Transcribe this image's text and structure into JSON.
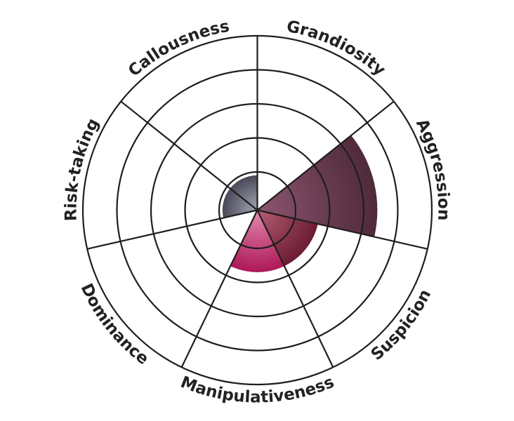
{
  "chart_data": {
    "type": "polar-area",
    "title": "",
    "categories": [
      "Grandiosity",
      "Aggression",
      "Suspicion",
      "Manipulativeness",
      "Dominance",
      "Risk-taking",
      "Callousness"
    ],
    "values": [
      0,
      3.4,
      1.7,
      1.7,
      0,
      0.9,
      0.9
    ],
    "rlim": [
      0,
      5
    ],
    "rings": [
      1,
      2,
      3,
      4,
      5
    ],
    "grid": true,
    "colors": {
      "Aggression": [
        "#8c5570",
        "#4f2a3a"
      ],
      "Suspicion": [
        "#b85e74",
        "#6b1c33"
      ],
      "Manipulativeness": [
        "#e28aae",
        "#ae1858"
      ],
      "Risk-taking": [
        "#a3a8b4",
        "#4a4858"
      ],
      "Callousness": [
        "#a3a8b4",
        "#4a4858"
      ],
      "Grandiosity": [
        "#888888",
        "#444444"
      ],
      "Dominance": [
        "#888888",
        "#444444"
      ]
    }
  }
}
